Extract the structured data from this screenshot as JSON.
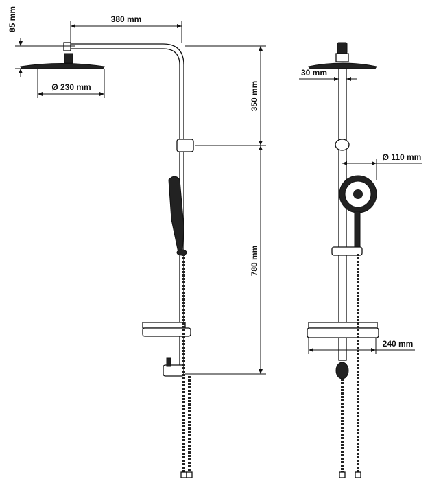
{
  "dimensions": {
    "head_drop": "85 mm",
    "arm_length": "380 mm",
    "head_diameter": "Ø 230 mm",
    "upper_height": "350 mm",
    "lower_height": "780 mm",
    "arm_offset": "30 mm",
    "hand_shower_diameter": "Ø 110 mm",
    "tray_width": "240 mm"
  }
}
